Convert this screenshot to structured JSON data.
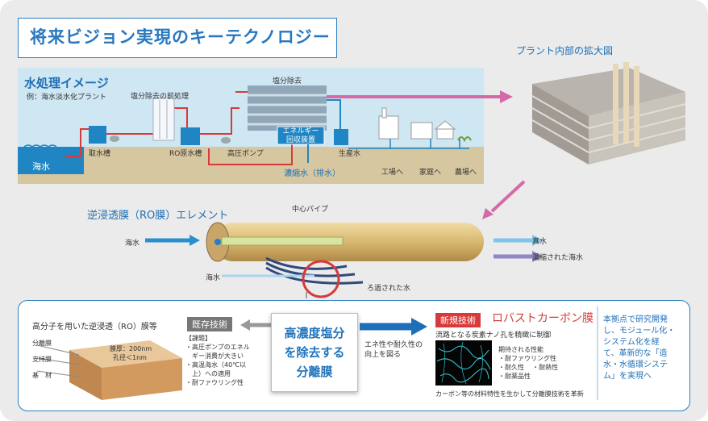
{
  "title": "将来ビジョン実現のキーテクノロジー",
  "water": {
    "heading": "水処理イメージ",
    "example": "例：海水淡水化プラント",
    "pretreatment": "塩分除去の前処理",
    "salt_removal": "塩分除去",
    "energy_recovery_1": "エネルギー",
    "energy_recovery_2": "回収装置",
    "seawater": "海水",
    "intake_tank": "取水槽",
    "ro_tank": "RO原水槽",
    "hp_pump": "高圧ポンプ",
    "product_water": "生産水",
    "brine": "濃縮水（排水）",
    "to_factory": "工場へ",
    "to_home": "家庭へ",
    "to_farm": "農場へ"
  },
  "plant": {
    "label": "プラント内部の拡大図"
  },
  "element": {
    "heading": "逆浸透膜（RO膜）エレメント",
    "center_pipe": "中心パイプ",
    "seawater_in": "海水",
    "seawater_side": "海水",
    "fresh_water": "真水",
    "concentrated": "濃縮された海水",
    "filtered": "ろ過された水"
  },
  "existing": {
    "heading": "高分子を用いた逆浸透（RO）膜等",
    "tag": "既存技術",
    "layer_1": "分離膜",
    "layer_2": "支持膜",
    "layer_3": "基　材",
    "thickness": "膜厚：200nm",
    "pore": "孔径＜1nm",
    "issues_title": "【課題】",
    "issue_1": "・高圧ポンプのエネル",
    "issue_1b": "　ギー消費が大きい",
    "issue_2": "・高温海水（40℃以",
    "issue_2b": "　上）への適用",
    "issue_3": "・耐ファウリング性"
  },
  "center": {
    "line1": "高濃度塩分",
    "line2": "を除去する",
    "line3": "分離膜"
  },
  "arrow_text": {
    "line1": "エネ性や耐久性の",
    "line2": "向上を図る"
  },
  "new": {
    "tag": "新規技術",
    "name": "ロバストカーボン膜",
    "desc": "流路となる炭素ナノ孔を精緻に制御",
    "perf_title": "期待される性能",
    "perf_1": "・耐ファウリング性",
    "perf_2a": "・耐久性",
    "perf_2b": "・耐熱性",
    "perf_3": "・耐薬品性",
    "footer": "カーボン等の材料特性を生かして分離膜技術を革新"
  },
  "vision": {
    "l1": "本拠点で研究開発",
    "l2": "し、モジュール化・",
    "l3": "システム化を経",
    "l4": "て、革新的な「造",
    "l5": "水・水循環システ",
    "l6": "ム」を実現へ"
  },
  "colors": {
    "blue": "#2878c0",
    "pink": "#d46aa8",
    "red": "#d83a3a",
    "gray": "#888888"
  }
}
